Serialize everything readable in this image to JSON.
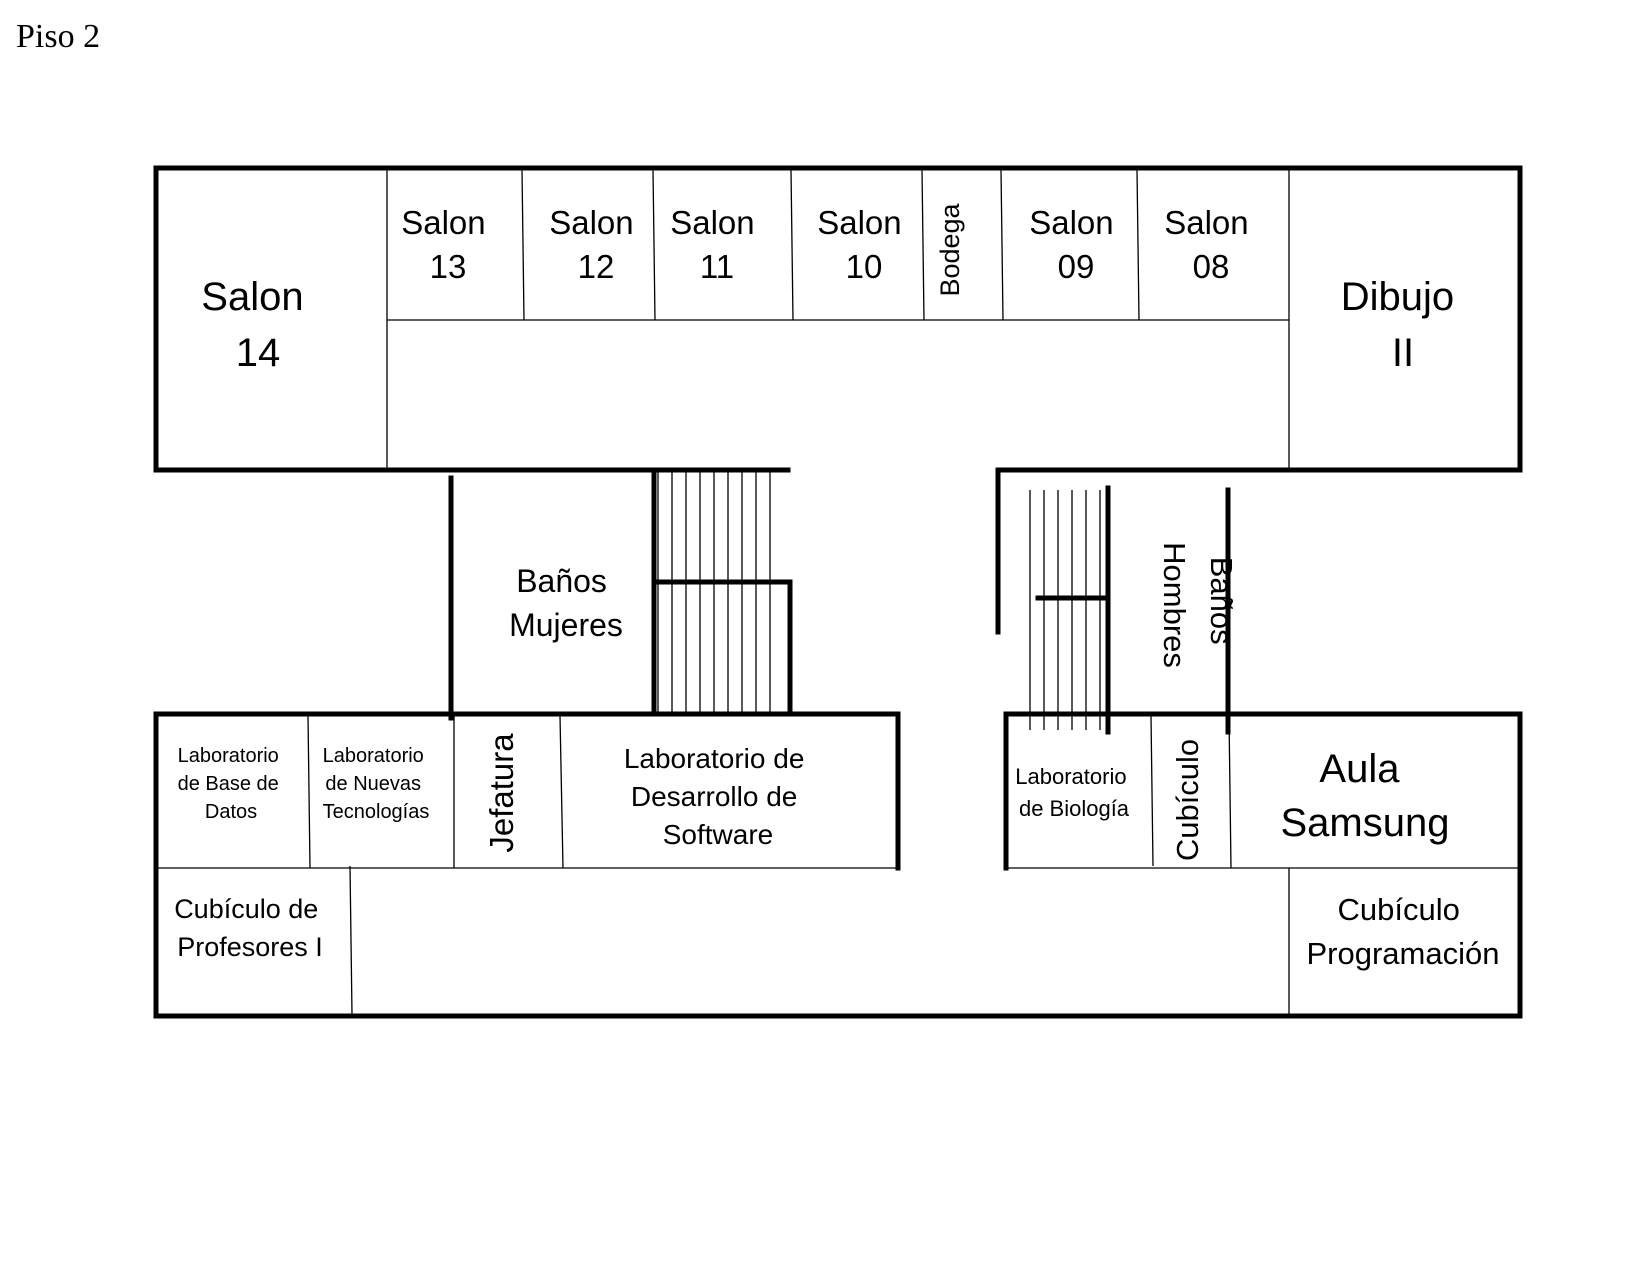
{
  "title": "Piso 2",
  "rooms": {
    "salon14": [
      "Salon",
      "14"
    ],
    "salon13": [
      "Salon",
      "13"
    ],
    "salon12": [
      "Salon",
      "12"
    ],
    "salon11": [
      "Salon",
      "11"
    ],
    "salon10": [
      "Salon",
      "10"
    ],
    "bodega": "Bodega",
    "salon09": [
      "Salon",
      "09"
    ],
    "salon08": [
      "Salon",
      "08"
    ],
    "dibujo2": [
      "Dibujo",
      "II"
    ],
    "banos_mujeres": [
      "Baños",
      "Mujeres"
    ],
    "banos_hombres": [
      "Baños",
      "Hombres"
    ],
    "lab_base_datos": [
      "Laboratorio",
      "de Base de",
      "Datos"
    ],
    "lab_nuevas_tec": [
      "Laboratorio",
      "de Nuevas",
      "Tecnologías"
    ],
    "jefatura": "Jefatura",
    "lab_desarrollo": [
      "Laboratorio de",
      "Desarrollo de",
      "Software"
    ],
    "lab_biologia": [
      "Laboratorio",
      "de Biología"
    ],
    "cubiculo": "Cubículo",
    "aula_samsung": [
      "Aula",
      "Samsung"
    ],
    "cubiculo_profesores": [
      "Cubículo de",
      "Profesores I"
    ],
    "cubiculo_programacion": [
      "Cubículo",
      "Programación"
    ]
  }
}
